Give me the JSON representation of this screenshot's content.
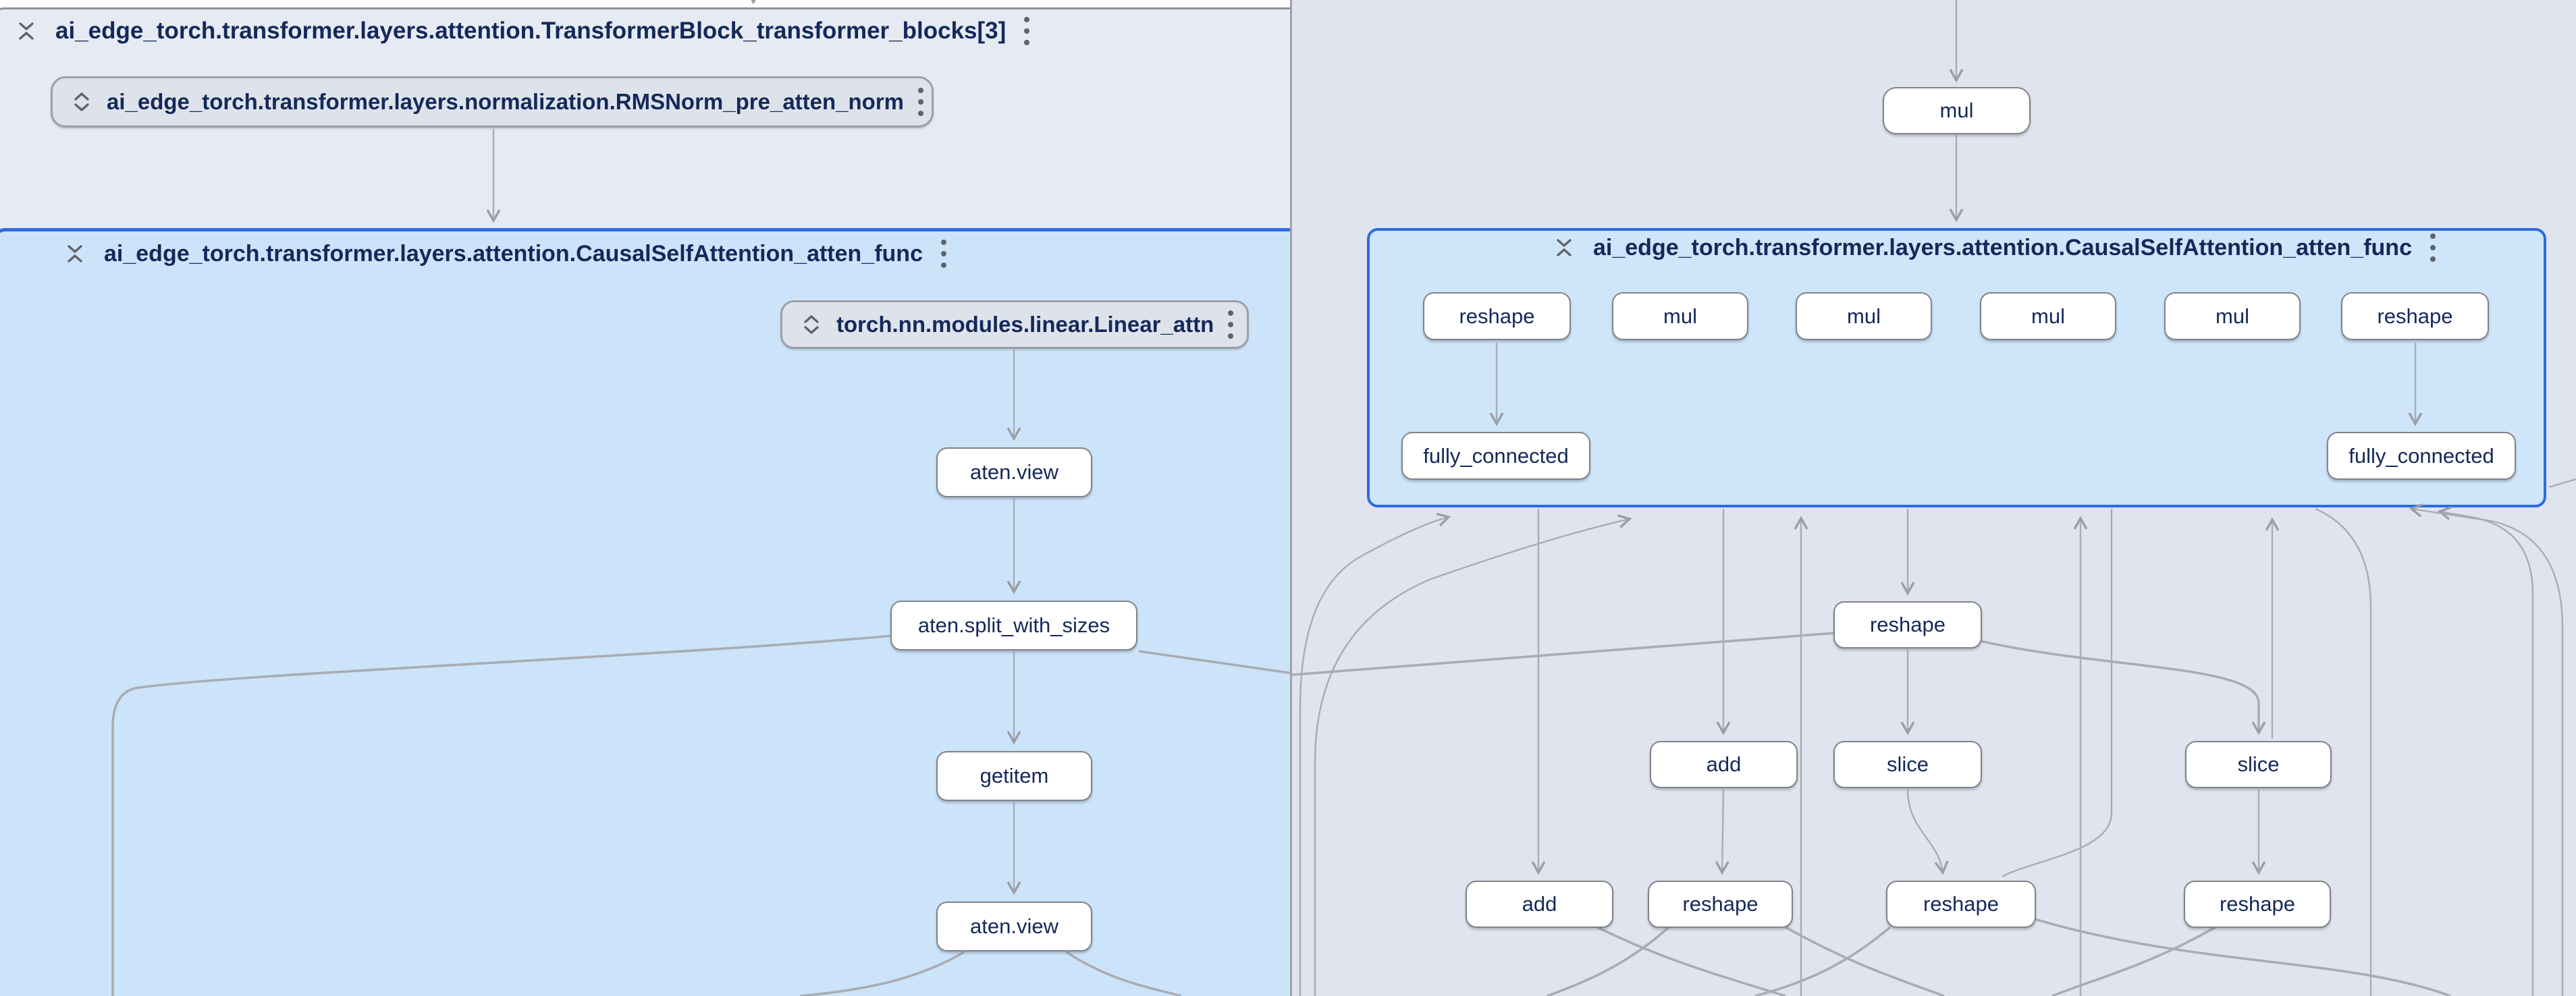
{
  "app": {
    "tool": "model graph explorer",
    "panes": 2
  },
  "colors": {
    "accent_blue_border": "#2d6be1",
    "left_attention_fill": "#cce4fa",
    "right_attention_fill": "#cee5fa",
    "transformer_block_fill": "#e6eaf2",
    "right_pane_background": "#e0e4ee",
    "node_fill": "#ffffff",
    "node_border": "#7f8389",
    "collapsed_box_fill": "#dee3eb",
    "edge_gray": "#a9acb2",
    "text_navy": "#14295a",
    "icon_gray": "#5f6368",
    "divider_gray": "#9da2aa"
  },
  "icons": {
    "collapse": "unfold-less-icon",
    "expand": "unfold-more-icon",
    "menu": "kebab-menu-icon"
  },
  "left_pane": {
    "transformer_block_title": "ai_edge_torch.transformer.layers.attention.TransformerBlock_transformer_blocks[3]",
    "rms_norm_label": "ai_edge_torch.transformer.layers.normalization.RMSNorm_pre_atten_norm",
    "attention_container_title": "ai_edge_torch.transformer.layers.attention.CausalSelfAttention_atten_func",
    "linear_label": "torch.nn.modules.linear.Linear_attn",
    "nodes": {
      "view1": "aten.view",
      "split": "aten.split_with_sizes",
      "getitem": "getitem",
      "view2": "aten.view"
    }
  },
  "right_pane": {
    "top_node": "mul",
    "attention_container_title": "ai_edge_torch.transformer.layers.attention.CausalSelfAttention_atten_func",
    "row1": [
      "reshape",
      "mul",
      "mul",
      "mul",
      "mul",
      "reshape"
    ],
    "row2": [
      "fully_connected",
      "fully_connected"
    ],
    "mid_node": "reshape",
    "row_a": [
      "add",
      "slice",
      "slice"
    ],
    "row_b": [
      "add",
      "reshape",
      "reshape",
      "reshape"
    ]
  }
}
